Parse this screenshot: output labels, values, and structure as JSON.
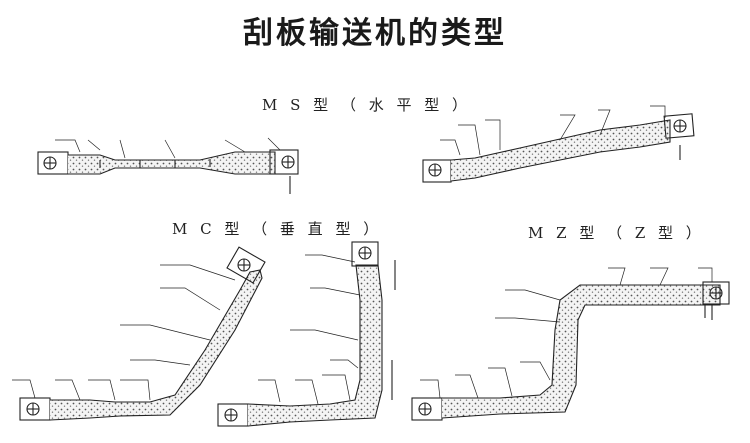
{
  "title": "刮板输送机的类型",
  "sections": {
    "ms": "M S 型 （ 水 平 型 ）",
    "mc": "M C 型 （ 垂 直 型 ）",
    "mz": "M Z 型 （ Z 型 ）"
  }
}
